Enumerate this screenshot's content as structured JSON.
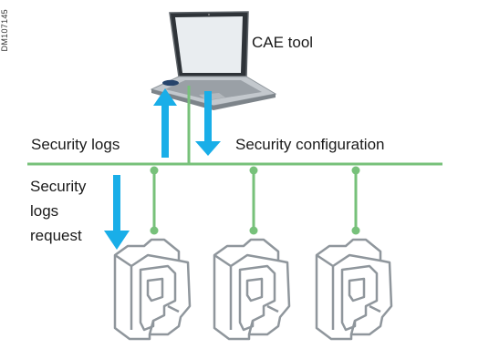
{
  "doc_id": "DM107145",
  "labels": {
    "tool": "CAE tool",
    "logs": "Security logs",
    "config": "Security configuration",
    "request_lines": [
      "Security",
      "logs",
      "request"
    ]
  },
  "colors": {
    "bus": "#77c17a",
    "arrow": "#19aee8",
    "device_stroke": "#8f969c",
    "laptop_body": "#b9bfc5"
  },
  "icons": {
    "tool": "laptop-icon",
    "device": "controller-device-icon"
  }
}
